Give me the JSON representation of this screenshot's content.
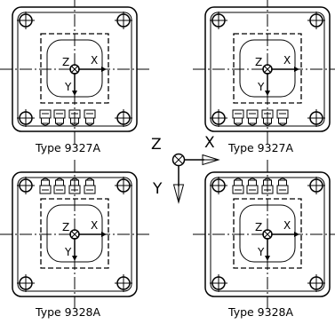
{
  "labels": {
    "top_left": "Type 9327A",
    "top_right": "Type 9327A",
    "bottom_left": "Type 9328A",
    "bottom_right": "Type 9328A"
  },
  "plate_axes": {
    "z": "Z",
    "x": "X",
    "y": "Y"
  },
  "legend_axes": {
    "z": "Z",
    "x": "X",
    "y": "Y"
  }
}
